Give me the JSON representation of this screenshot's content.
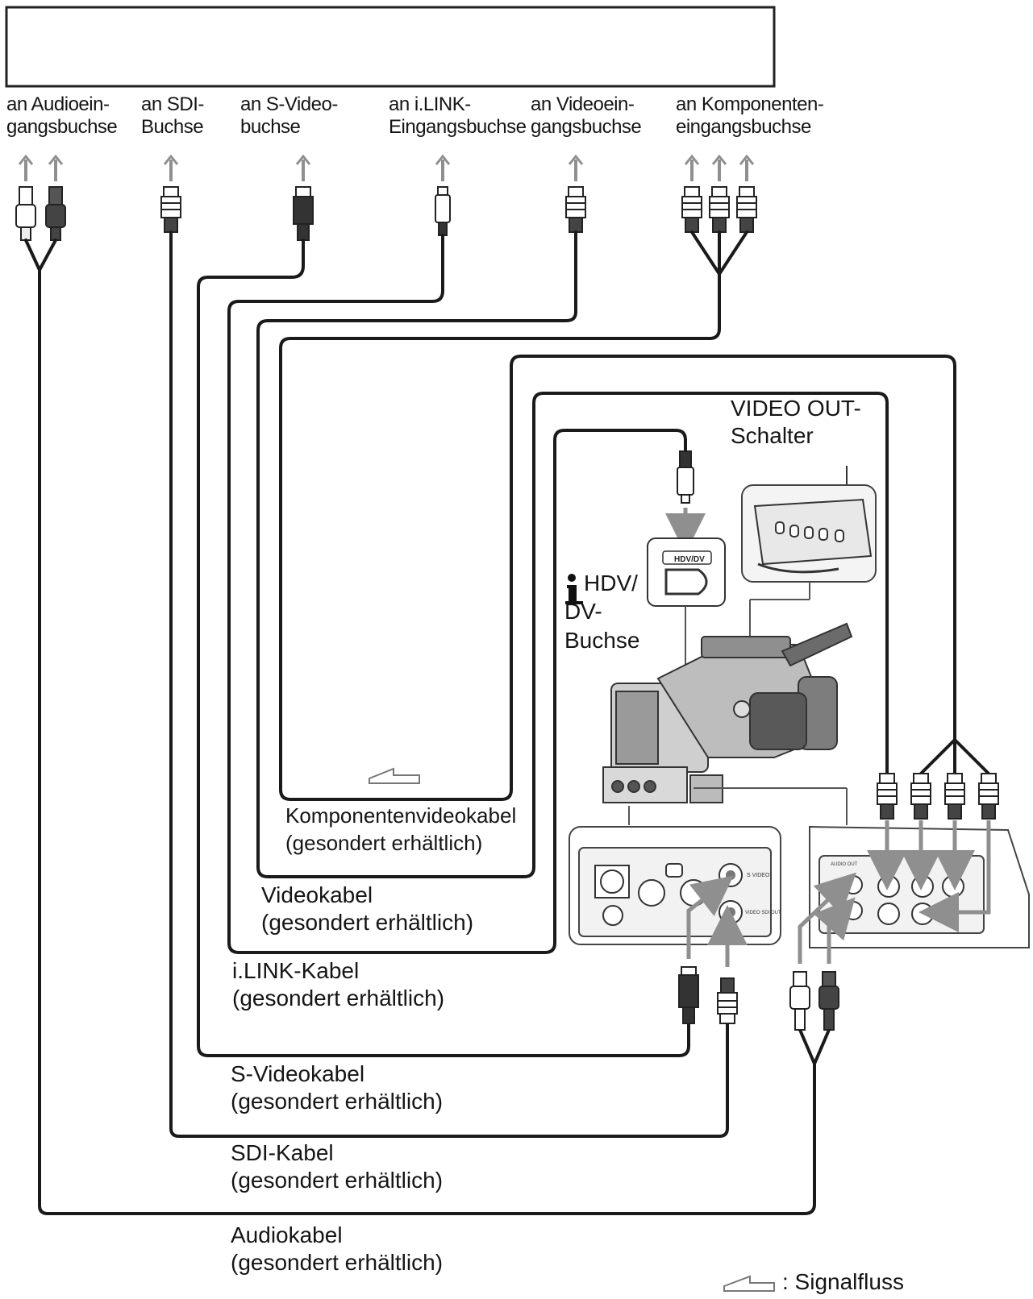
{
  "input_labels": {
    "audio": [
      "an Audioein-",
      "gangsbuchse"
    ],
    "sdi": [
      "an SDI-",
      "Buchse"
    ],
    "svideo": [
      "an S-Video-",
      "buchse"
    ],
    "ilink": [
      "an i.LINK-",
      "Eingangsbuchse"
    ],
    "video": [
      "an Videoein-",
      "gangsbuchse"
    ],
    "component": [
      "an Komponenten-",
      "eingangsbuchse"
    ]
  },
  "switch_label": [
    "VIDEO OUT-",
    "Schalter"
  ],
  "hdv_label": [
    "HDV/",
    "DV-",
    "Buchse"
  ],
  "port_text": {
    "hdv_dv": "HDV/DV",
    "s_video": "S VIDEO",
    "video_sdi_out": "VIDEO SDI OUT",
    "audio_out": "AUDIO OUT"
  },
  "cables": {
    "component": [
      "Komponentenvideokabel",
      "(gesondert erhältlich)"
    ],
    "video": [
      "Videokabel",
      "(gesondert erhältlich)"
    ],
    "ilink": [
      "i.LINK-Kabel",
      "(gesondert erhältlich)"
    ],
    "svideo": [
      "S-Videokabel",
      "(gesondert erhältlich)"
    ],
    "sdi": [
      "SDI-Kabel",
      "(gesondert erhältlich)"
    ],
    "audio": [
      "Audiokabel",
      "(gesondert erhältlich)"
    ]
  },
  "legend": {
    "text": ": Signalfluss"
  },
  "colors": {
    "line": "#1a1a1a",
    "arrow": "#9a9a9a",
    "panel": "#f2f2f2"
  }
}
